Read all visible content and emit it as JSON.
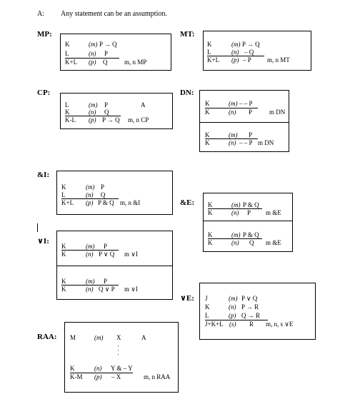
{
  "intro": {
    "label": "A:",
    "text": "Any statement can be an assumption."
  },
  "rules": {
    "mp": {
      "label": "MP:",
      "lines": [
        {
          "a": "K",
          "b": "(m)",
          "c": "P → Q",
          "d": ""
        },
        {
          "a": "L",
          "b": "(n)",
          "c": "P",
          "d": ""
        },
        {
          "a": "K+L",
          "b": "(p)",
          "c": "Q",
          "d": "m, n MP"
        }
      ]
    },
    "mt": {
      "label": "MT:",
      "lines": [
        {
          "a": "K",
          "b": "(m)",
          "c": "P → Q",
          "d": ""
        },
        {
          "a": "L",
          "b": "(n)",
          "c": "– Q",
          "d": ""
        },
        {
          "a": "K+L",
          "b": "(p)",
          "c": "– P",
          "d": "m, n MT"
        }
      ]
    },
    "cp": {
      "label": "CP:",
      "lines": [
        {
          "a": "L",
          "b": "(m)",
          "c": "P",
          "d": "A"
        },
        {
          "a": "K",
          "b": "(n)",
          "c": "Q",
          "d": ""
        },
        {
          "a": "K-L",
          "b": "(p)",
          "c": "P → Q",
          "d": "m, n CP"
        }
      ]
    },
    "dn": {
      "label": "DN:",
      "top": [
        {
          "a": "K",
          "b": "(m)",
          "c": "– – P",
          "d": ""
        },
        {
          "a": "K",
          "b": "(n)",
          "c": "P",
          "d": "m DN"
        }
      ],
      "bottom": [
        {
          "a": "K",
          "b": "(m)",
          "c": "P",
          "d": ""
        },
        {
          "a": "K",
          "b": "(n)",
          "c": "– – P",
          "d": "m DN"
        }
      ]
    },
    "andI": {
      "label": "&I:",
      "lines": [
        {
          "a": "K",
          "b": "(m)",
          "c": "P",
          "d": ""
        },
        {
          "a": "L",
          "b": "(n)",
          "c": "Q",
          "d": ""
        },
        {
          "a": "K+L",
          "b": "(p)",
          "c": "P & Q",
          "d": "m, n &I"
        }
      ]
    },
    "andE": {
      "label": "&E:",
      "top": [
        {
          "a": "K",
          "b": "(m)",
          "c": "P & Q",
          "d": ""
        },
        {
          "a": "K",
          "b": "(n)",
          "c": "P",
          "d": "m &E"
        }
      ],
      "bottom": [
        {
          "a": "K",
          "b": "(m)",
          "c": "P & Q",
          "d": ""
        },
        {
          "a": "K",
          "b": "(n)",
          "c": "Q",
          "d": "m &E"
        }
      ]
    },
    "orI": {
      "label": "∨I:",
      "top": [
        {
          "a": "K",
          "b": "(m)",
          "c": "P",
          "d": ""
        },
        {
          "a": "K",
          "b": "(n)",
          "c": "P ∨ Q",
          "d": "m ∨I"
        }
      ],
      "bottom": [
        {
          "a": "K",
          "b": "(m)",
          "c": "P",
          "d": ""
        },
        {
          "a": "K",
          "b": "(n)",
          "c": "Q ∨ P",
          "d": "m ∨I"
        }
      ]
    },
    "orE": {
      "label": "∨E:",
      "lines": [
        {
          "a": "J",
          "b": "(m)",
          "c": "P ∨ Q",
          "d": ""
        },
        {
          "a": "K",
          "b": "(n)",
          "c": "P → R",
          "d": ""
        },
        {
          "a": "L",
          "b": "(p)",
          "c": "Q → R",
          "d": ""
        },
        {
          "a": "J+K+L",
          "b": "(s)",
          "c": "R",
          "d": "m, n, s ∨E"
        }
      ]
    },
    "raa": {
      "label": "RAA:",
      "lines": [
        {
          "a": "M",
          "b": "(m)",
          "c": "X",
          "d": "A"
        },
        {
          "a": "K",
          "b": "(n)",
          "c": "Y & – Y",
          "d": ""
        },
        {
          "a": "K-M",
          "b": "(p)",
          "c": "– X",
          "d": "m, n RAA"
        }
      ]
    }
  }
}
